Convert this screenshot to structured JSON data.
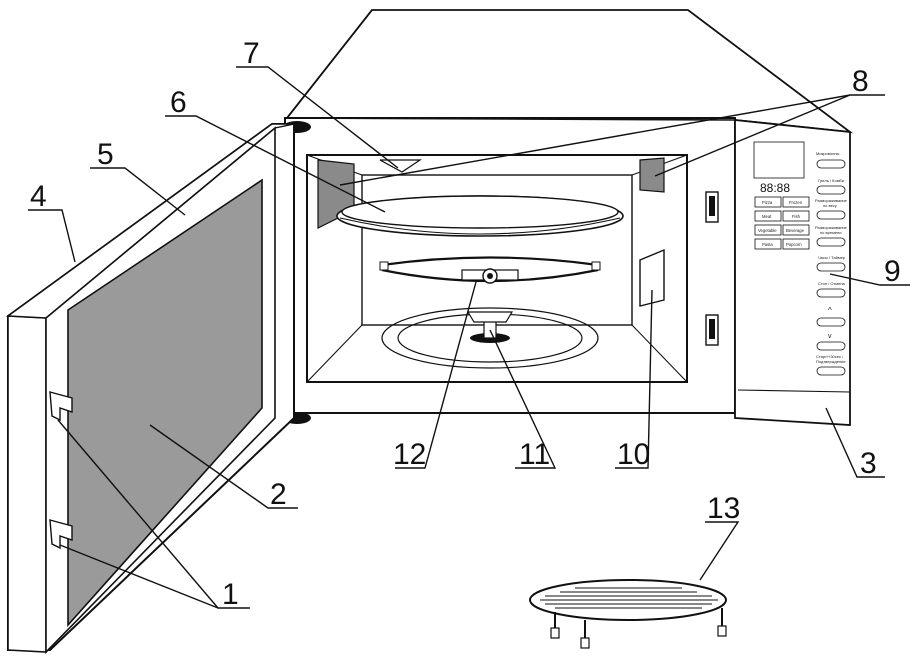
{
  "callouts": {
    "c1": "1",
    "c2": "2",
    "c3": "3",
    "c4": "4",
    "c5": "5",
    "c6": "6",
    "c7": "7",
    "c8": "8",
    "c9": "9",
    "c10": "10",
    "c11": "11",
    "c12": "12",
    "c13": "13"
  },
  "panel": {
    "display": "88:88",
    "keys": {
      "pizza": "Pizza",
      "frozen": "Frozen",
      "meat": "Meat",
      "fish": "Fish",
      "vegetable": "Vegetable",
      "beverage": "Beverage",
      "pasta": "Pasta",
      "popcorn": "Popcorn"
    },
    "buttons": {
      "b1": "Микроволны",
      "b2": "Гриль / Комби",
      "b3a": "Размораживание",
      "b3b": "по весу",
      "b4a": "Размораживание",
      "b4b": "по времени",
      "b5": "Часы / Таймер",
      "b6": "Стоп / Отмена",
      "b7": "^",
      "b8": "v",
      "b9a": "Старт/+30сек /",
      "b9b": "Подтверждение"
    }
  },
  "colors": {
    "glass": "#9a9a9a",
    "line": "#111111",
    "hinge": "#111111"
  }
}
